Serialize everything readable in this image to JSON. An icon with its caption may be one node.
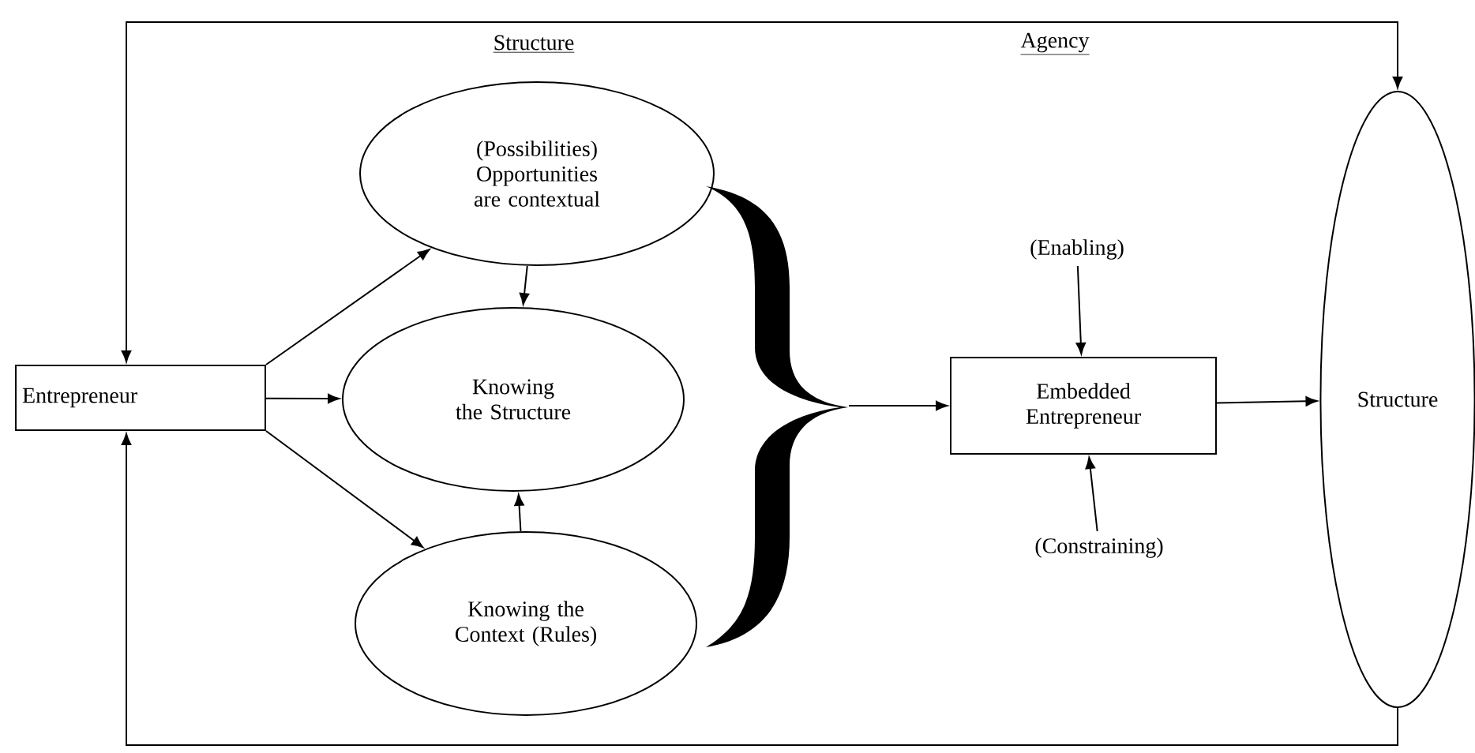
{
  "diagram": {
    "nodes": [
      {
        "text": [
          "Entrepreneur"
        ]
      },
      {
        "text": [
          "(Possibilities) Opportunities are contextual"
        ]
      },
      {
        "text": [
          "Knowing the Structure"
        ]
      },
      {
        "text": [
          "Knowing the Context (Rules)"
        ]
      },
      {
        "text": [],
        "shape": "brace"
      },
      {
        "text": [
          "(Enabling)"
        ]
      },
      {
        "text": [
          "Embedded Entrepreneur"
        ]
      },
      {
        "text": [
          "(Constraining)"
        ]
      },
      {
        "text": [
          "Structure"
        ]
      }
    ],
    "edges": [
      {
        "from": 0,
        "to": 1,
        "arrow": "to"
      },
      {
        "from": 0,
        "to": 2,
        "arrow": "to"
      },
      {
        "from": 0,
        "to": 3,
        "arrow": "to"
      },
      {
        "from": 1,
        "to": 2,
        "arrow": "to"
      },
      {
        "from": 3,
        "to": 2,
        "arrow": "to"
      },
      {
        "from": 4,
        "to": 6,
        "arrow": "to"
      },
      {
        "from": 5,
        "to": 6,
        "arrow": "to"
      },
      {
        "from": 7,
        "to": 6,
        "arrow": "to"
      },
      {
        "from": 6,
        "to": 8,
        "arrow": "to"
      },
      {
        "from": 8,
        "to": 0,
        "arrow": "both"
      },
      {
        "from": 8,
        "to": 0,
        "arrow": "to"
      }
    ],
    "labels": [
      "Structure",
      "Agency"
    ]
  }
}
